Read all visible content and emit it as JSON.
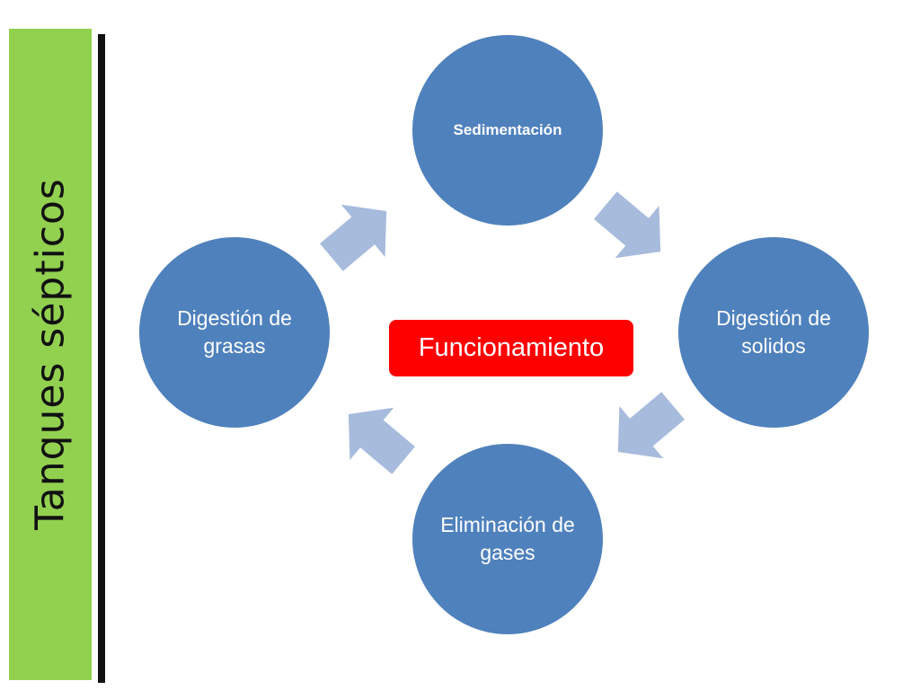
{
  "side_title": "Tanques sépticos",
  "center_label": "Funcionamiento",
  "nodes": {
    "top": "Sedimentación",
    "right": "Digestión de solidos",
    "bottom": "Eliminación de gases",
    "left": "Digestión de grasas"
  },
  "colors": {
    "node_fill": "#4f81bd",
    "arrow_fill": "#a7bbdc",
    "center_fill": "#ff0000",
    "side_bar": "#92d050"
  }
}
